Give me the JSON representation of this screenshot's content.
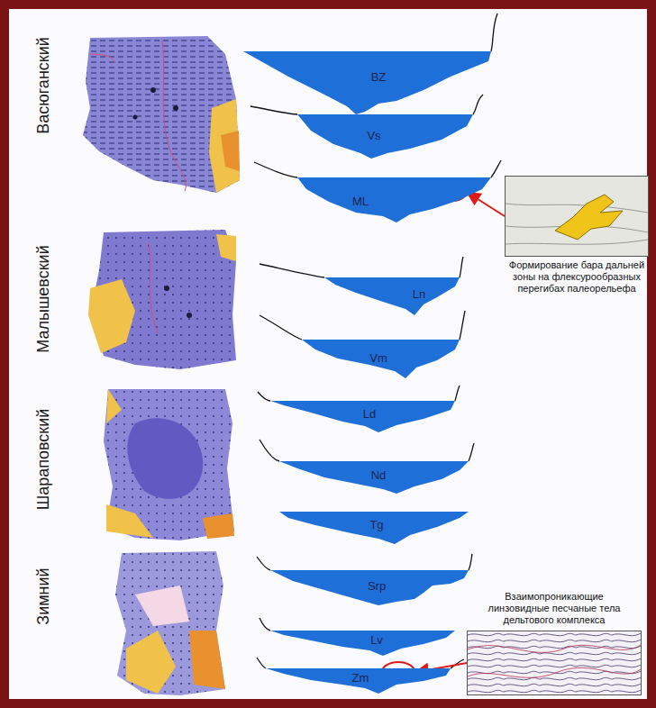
{
  "diagram": {
    "nodes": [
      {
        "text": [
          "BZ"
        ]
      },
      {
        "text": [
          "Vs"
        ]
      },
      {
        "text": [
          "ML"
        ]
      },
      {
        "text": [
          "Ln"
        ]
      },
      {
        "text": [
          "Vm"
        ]
      },
      {
        "text": [
          "Ld"
        ]
      },
      {
        "text": [
          "Nd"
        ]
      },
      {
        "text": [
          "Tg"
        ]
      },
      {
        "text": [
          "Srp"
        ]
      },
      {
        "text": [
          "Lv"
        ]
      },
      {
        "text": [
          "Zm"
        ]
      },
      {
        "text": [
          "Формирование бара дальней зоны на флексурообразных перегибах палеорельефа"
        ]
      },
      {
        "text": [
          "Взаимопроникающие линзовидные песчаные тела дельтового комплекса"
        ]
      }
    ],
    "edges": [
      {
        "from": 11,
        "to": 2,
        "arrow": "to"
      },
      {
        "from": 12,
        "to": 10,
        "arrow": "to"
      }
    ],
    "labels": [
      "Васюганский",
      "Малышевский",
      "Шараповский",
      "Зимний"
    ]
  }
}
